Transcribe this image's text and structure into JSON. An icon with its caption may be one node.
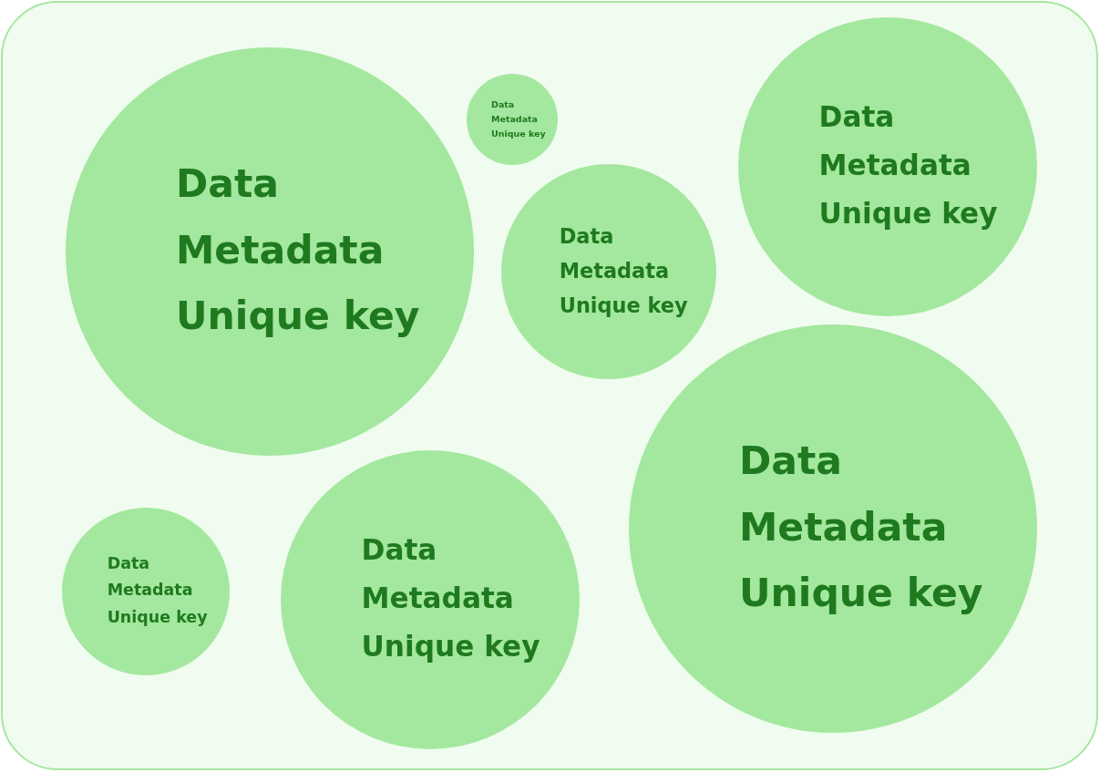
{
  "diagram": {
    "nodes": [
      {
        "text": [],
        "shape": "box"
      },
      {
        "text": [
          "Data",
          "Metadata",
          "Unique key"
        ],
        "in": 0
      },
      {
        "text": [
          "Data",
          "Metadata",
          "Unique key"
        ],
        "in": 0
      },
      {
        "text": [
          "Data",
          "Metadata",
          "Unique key"
        ],
        "in": 0
      },
      {
        "text": [
          "Data",
          "Metadata",
          "Unique key"
        ],
        "in": 0
      },
      {
        "text": [
          "Data",
          "Metadata",
          "Unique key"
        ],
        "in": 0
      },
      {
        "text": [
          "Data",
          "Metadata",
          "Unique key"
        ],
        "in": 0
      },
      {
        "text": [
          "Data",
          "Metadata",
          "Unique key"
        ],
        "in": 0
      }
    ]
  }
}
